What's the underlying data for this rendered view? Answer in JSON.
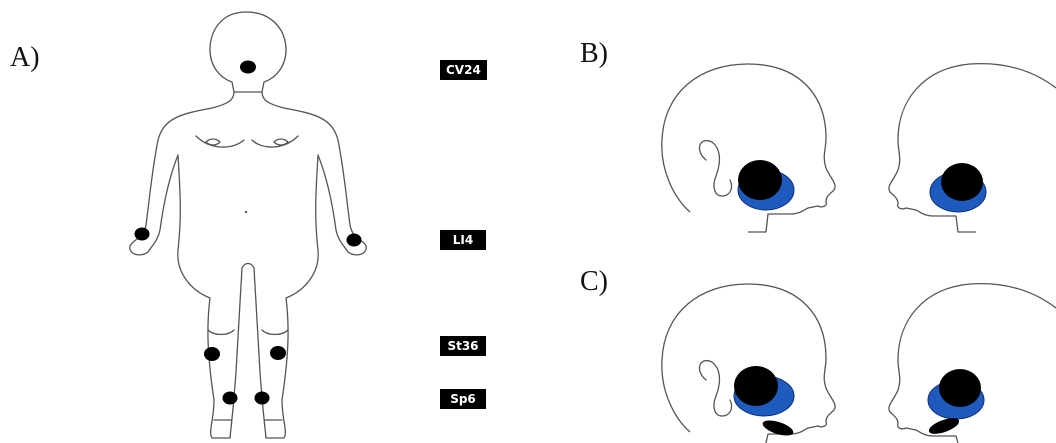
{
  "panels": {
    "a_label": "A)",
    "b_label": "B)",
    "c_label": "C)"
  },
  "acupoints": {
    "cv24": "CV24",
    "li4": "LI4",
    "st36": "St36",
    "sp6": "Sp6"
  },
  "colors": {
    "point": "#000000",
    "gland": "#1f5bbf",
    "outline": "#555555"
  }
}
